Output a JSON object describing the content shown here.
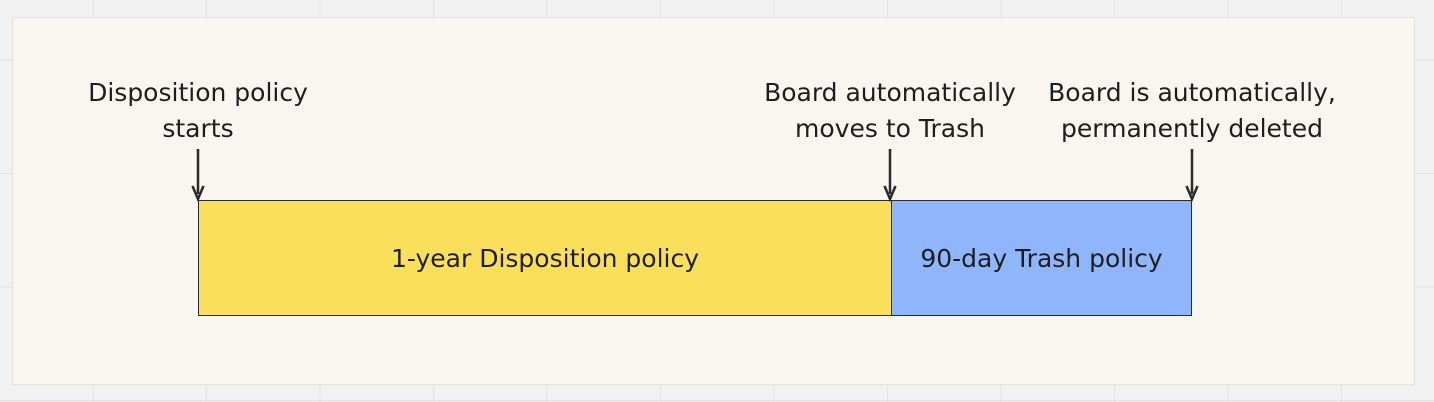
{
  "timeline": {
    "markers": [
      {
        "lines": [
          "Disposition policy",
          "starts"
        ]
      },
      {
        "lines": [
          "Board automatically",
          "moves to Trash"
        ]
      },
      {
        "lines": [
          "Board is automatically,",
          "permanently deleted"
        ]
      }
    ],
    "segments": [
      {
        "label": "1-year Disposition policy",
        "color": "#fadf5b"
      },
      {
        "label": "90-day Trash policy",
        "color": "#8fb6fc"
      }
    ]
  },
  "colors": {
    "arrow": "#2b2b2b",
    "frame_background": "#f9f5f0"
  }
}
